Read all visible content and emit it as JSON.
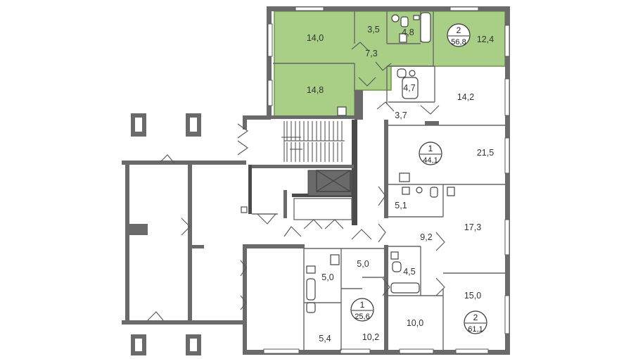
{
  "colors": {
    "highlight": "#a8cf85",
    "highlight_border": "#6a9a48",
    "wall": "#6a6a6a",
    "line": "#666666"
  },
  "highlighted_apartment": {
    "rooms_badge": "2",
    "total_area": "56,8"
  },
  "apartments": [
    {
      "id": "apt-2-56",
      "rooms_badge": "2",
      "total_area": "56,8",
      "highlighted": true
    },
    {
      "id": "apt-1-44",
      "rooms_badge": "1",
      "total_area": "44,1",
      "highlighted": false
    },
    {
      "id": "apt-1-25",
      "rooms_badge": "1",
      "total_area": "25,6",
      "highlighted": false
    },
    {
      "id": "apt-2-61",
      "rooms_badge": "2",
      "total_area": "61,1",
      "highlighted": false
    }
  ],
  "room_areas": [
    "14,0",
    "3,5",
    "4,8",
    "12,4",
    "7,3",
    "14,8",
    "4,7",
    "14,2",
    "3,7",
    "21,5",
    "5,1",
    "17,3",
    "9,2",
    "4,5",
    "15,0",
    "10,0",
    "5,0",
    "5,0",
    "5,4",
    "10,2"
  ]
}
